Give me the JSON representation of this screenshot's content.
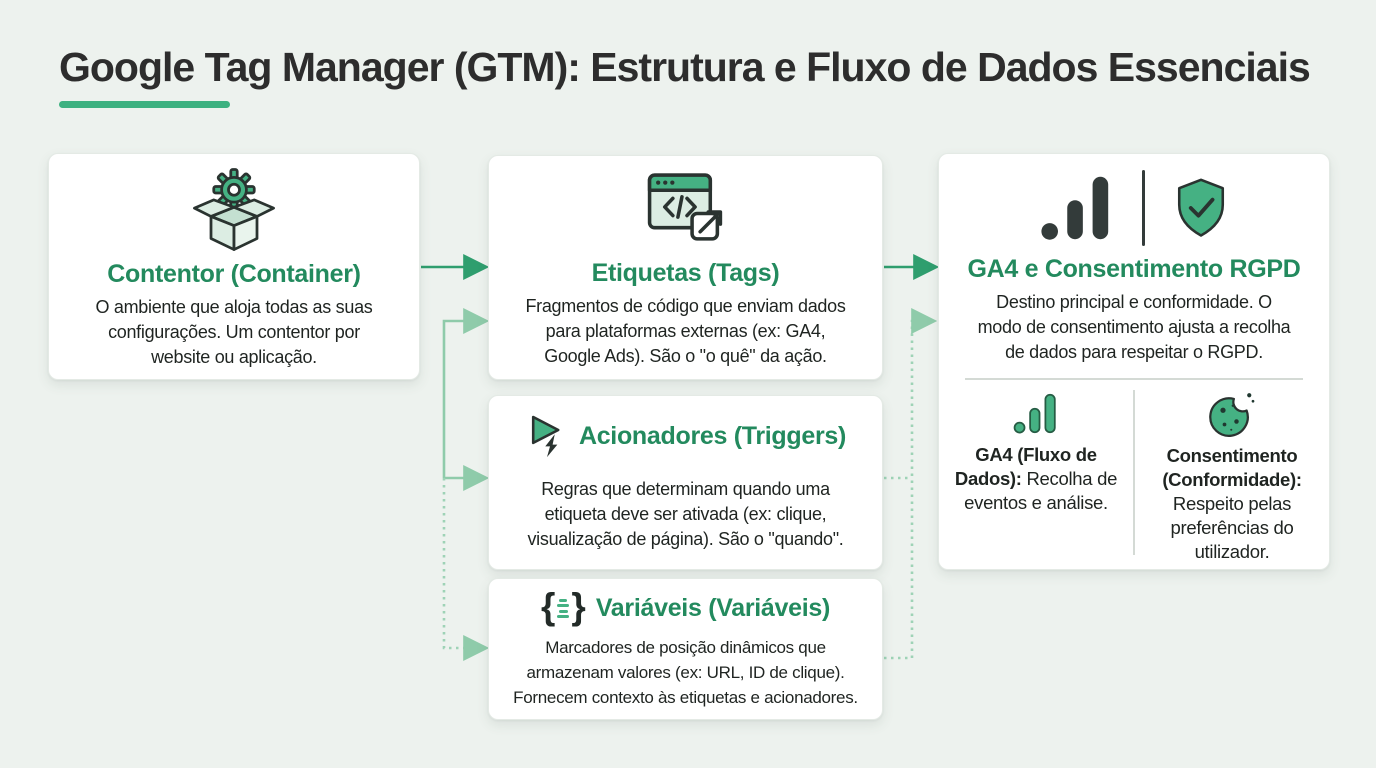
{
  "title": {
    "text": "Google Tag Manager (GTM): Estrutura e Fluxo de Dados Essenciais"
  },
  "colors": {
    "background": "#edf2ee",
    "card": "#ffffff",
    "heading_green": "#238a5e",
    "body_text": "#1f2421",
    "icon_green": "#45b183",
    "icon_fill": "#dcede3",
    "icon_outline": "#2a3330",
    "dark_icon": "#333b3a",
    "arrow_solid": "#2f9e6e",
    "arrow_light": "#8fcbaa",
    "divider": "#d4dad5",
    "underline": "#3db180"
  },
  "cards": {
    "container": {
      "icon": "box-gear-icon",
      "title": "Contentor (Container)",
      "body": "O ambiente que aloja todas as suas\nconfigurações. Um contentor por\nwebsite ou aplicação."
    },
    "tags": {
      "icon": "code-window-icon",
      "title": "Etiquetas (Tags)",
      "body": "Fragmentos de código que enviam dados\npara plataformas externas (ex: GA4,\nGoogle Ads). São o \"o quê\" da ação."
    },
    "triggers": {
      "icon": "play-bolt-icon",
      "title": "Acionadores (Triggers)",
      "body": "Regras que determinam quando uma\netiqueta deve ser ativada (ex: clique,\nvisualização de página). São o \"quando\"."
    },
    "variables": {
      "icon": "braces-icon",
      "title": "Variáveis (Variáveis)",
      "body": "Marcadores de posição dinâmicos que\narmazenam valores (ex: URL, ID de clique).\nFornecem contexto às etiquetas e acionadores."
    },
    "ga4": {
      "icons": [
        "ga4-bars-icon",
        "shield-check-icon"
      ],
      "title": "GA4 e Consentimento RGPD",
      "body": "Destino principal e conformidade. O\nmodo de consentimento ajusta a recolha\nde dados para respeitar o RGPD.",
      "sub": [
        {
          "icon": "ga4-bars-green-icon",
          "label": "GA4 (Fluxo de Dados):",
          "text": " Recolha de eventos e análise."
        },
        {
          "icon": "cookie-icon",
          "label": "Consentimento (Conformidade):",
          "text": " Respeito pelas preferências do utilizador."
        }
      ]
    }
  },
  "connections": [
    {
      "from": "container",
      "to": "tags",
      "style": "solid"
    },
    {
      "from": "container",
      "to": "triggers",
      "style": "solid-light"
    },
    {
      "from": "container",
      "to": "variables",
      "style": "dotted"
    },
    {
      "from": "tags",
      "to": "ga4",
      "style": "solid"
    },
    {
      "from": "triggers",
      "to": "ga4",
      "style": "dotted"
    },
    {
      "from": "variables",
      "to": "ga4",
      "style": "dotted"
    }
  ]
}
